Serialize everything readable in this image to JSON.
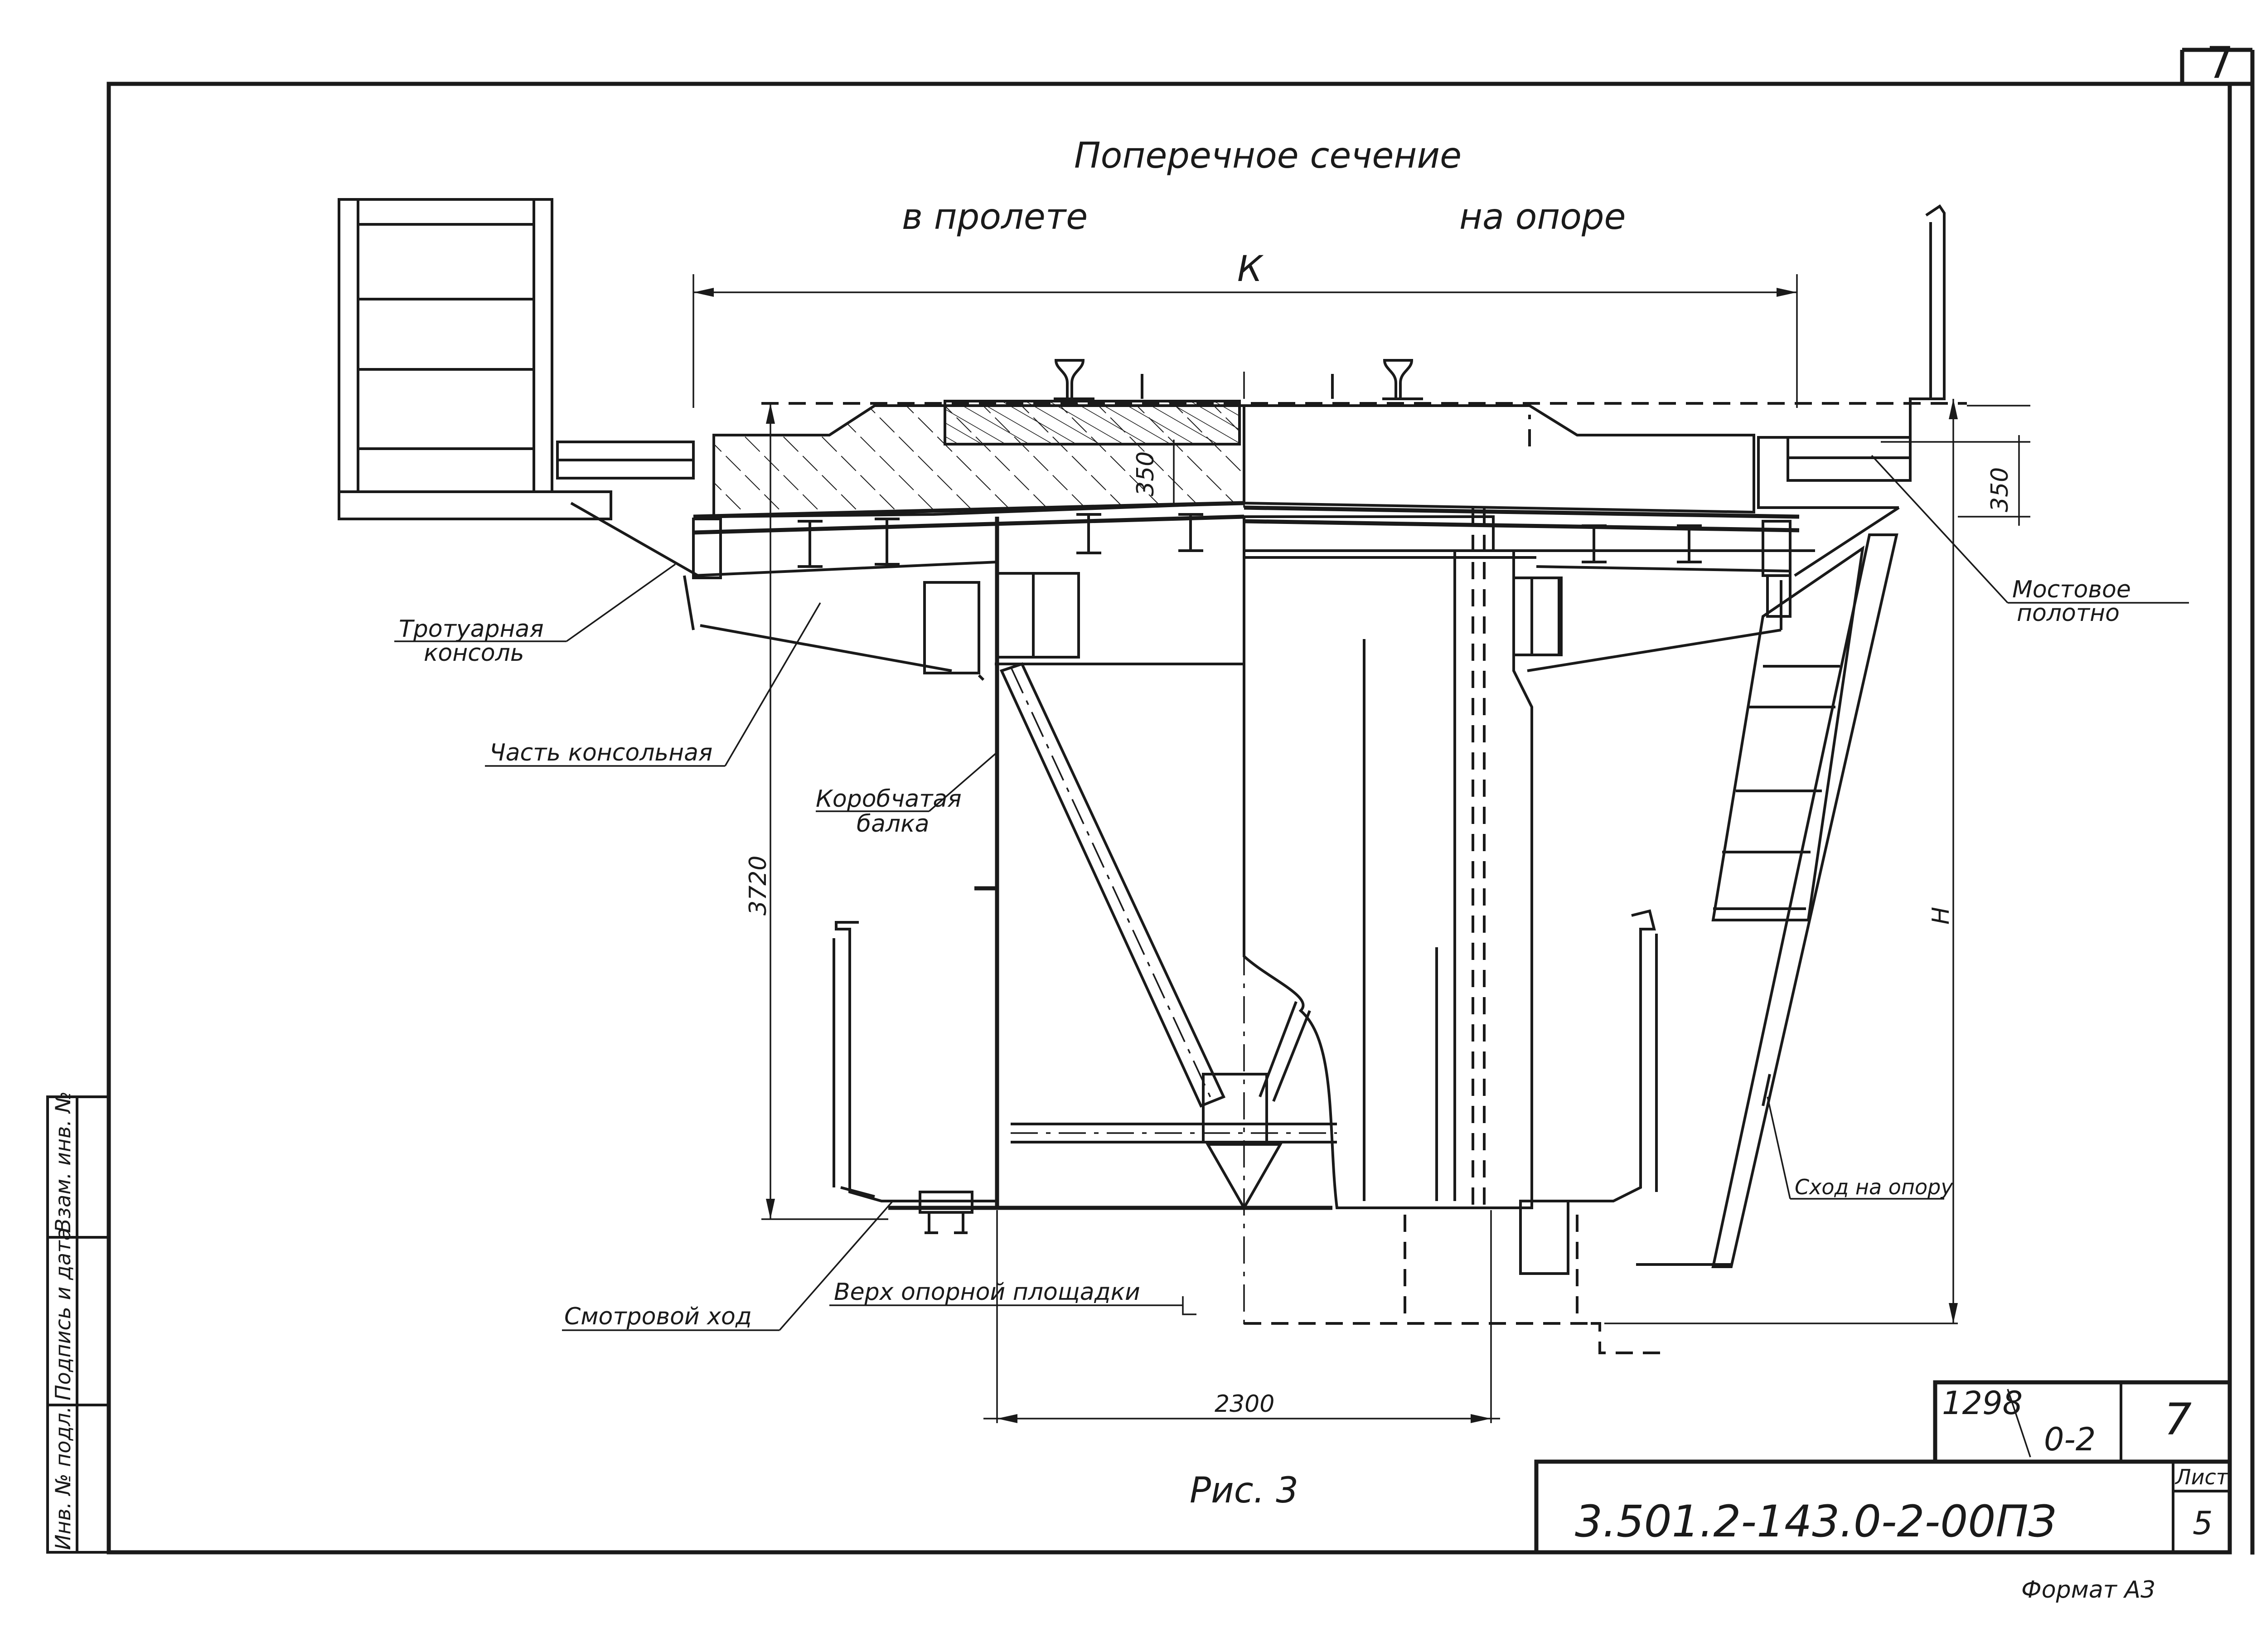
{
  "page": {
    "sheet_number_corner": "7"
  },
  "titles": {
    "main": "Поперечное сечение",
    "left": "в пролете",
    "right": "на опоре"
  },
  "callouts": {
    "sidewalk_console": [
      "Тротуарная",
      "консоль"
    ],
    "console_part": "Часть консольная",
    "box_beam": [
      "Коробчатая",
      "балка"
    ],
    "inspection_walk": "Смотровой ход",
    "bridge_deck": [
      "Мостовое",
      "полотно"
    ],
    "support_descent": "Сход на опору",
    "support_platform_top": "Верх опорной площадки"
  },
  "dimensions": {
    "K": "К",
    "height_350_left": "350",
    "height_350_right": "350",
    "height_3720": "3720",
    "height_H": "Н",
    "width_2300": "2300"
  },
  "figure_caption": "Рис. 3",
  "title_block": {
    "stamp_top": "1298",
    "stamp_sub": "0-2",
    "stamp_right": "7",
    "designation": "3.501.2-143.0-2-00ПЗ",
    "sheet_label": "Лист",
    "sheet_value": "5",
    "format": "Формат А3"
  },
  "side_stamp": {
    "col1": "Инв. № подл.",
    "col2": "Подпись и дата",
    "col3": "Взам. инв. №"
  }
}
